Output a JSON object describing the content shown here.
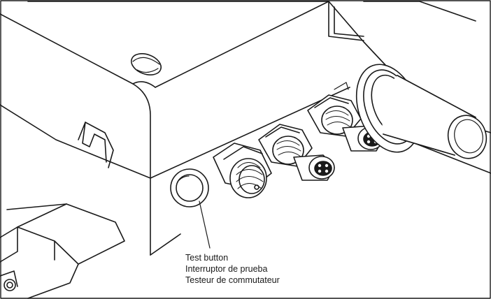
{
  "callout": {
    "lines": [
      "Test button",
      "Interruptor de prueba",
      "Testeur de commutateur"
    ]
  },
  "colors": {
    "line": "#1a1a1a",
    "shade": "#e6e6e6",
    "background": "#ffffff"
  }
}
